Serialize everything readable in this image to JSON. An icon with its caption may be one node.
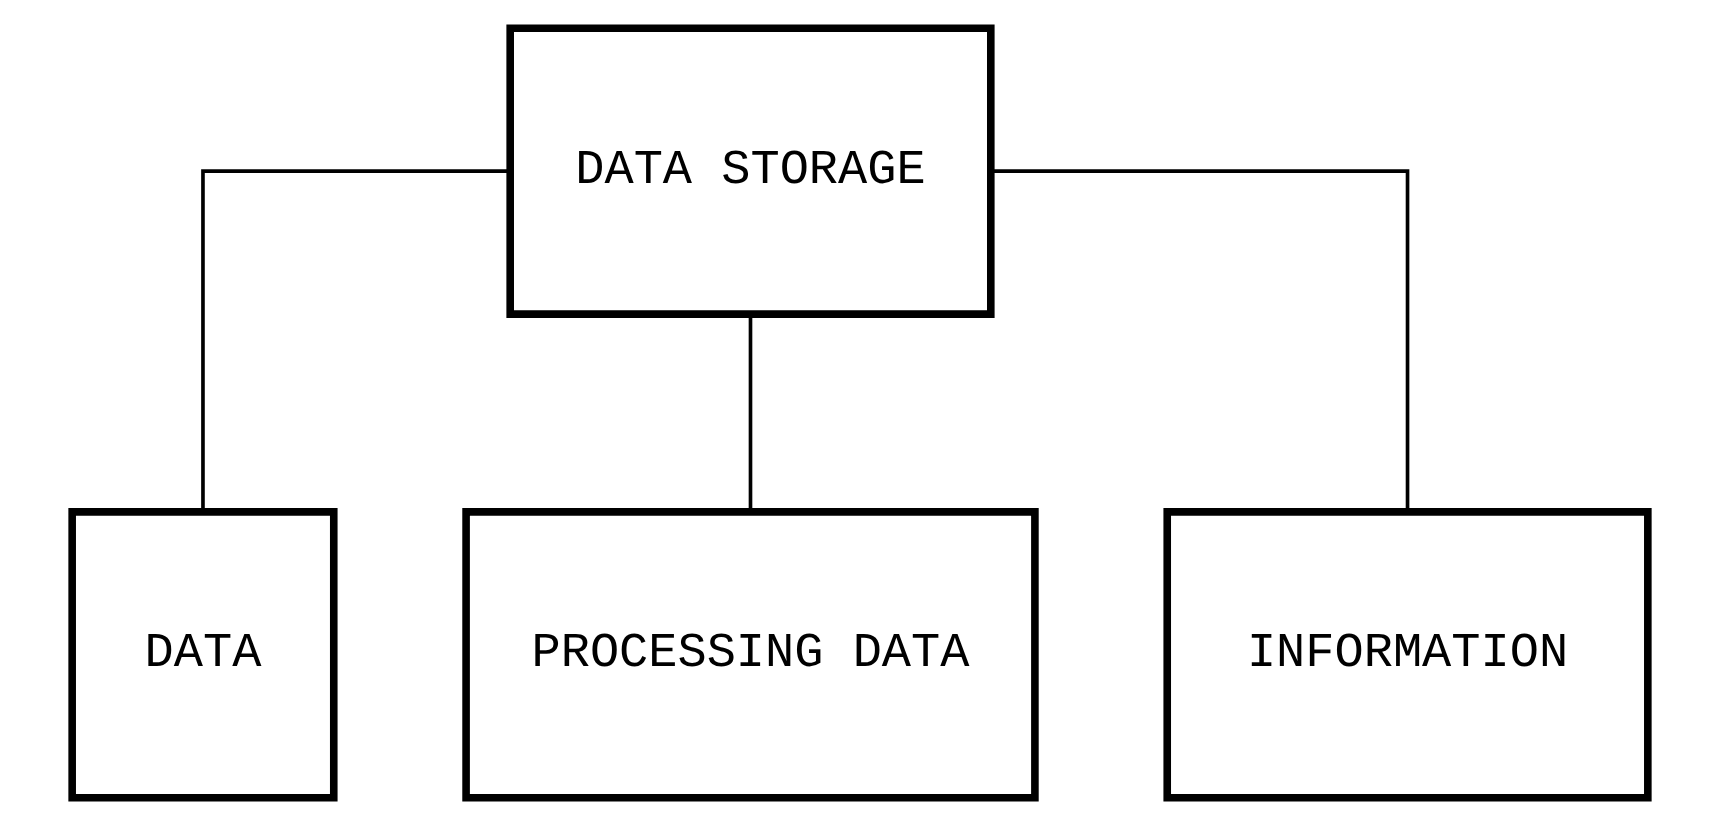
{
  "diagram": {
    "nodes": [
      {
        "text": [
          "DATA STORAGE"
        ]
      },
      {
        "text": [
          "DATA"
        ]
      },
      {
        "text": [
          "PROCESSING DATA"
        ]
      },
      {
        "text": [
          "INFORMATION"
        ]
      }
    ],
    "edges": [
      {
        "from": 0,
        "to": 1,
        "arrow": "none"
      },
      {
        "from": 0,
        "to": 2,
        "arrow": "none"
      },
      {
        "from": 0,
        "to": 3,
        "arrow": "none"
      }
    ]
  }
}
